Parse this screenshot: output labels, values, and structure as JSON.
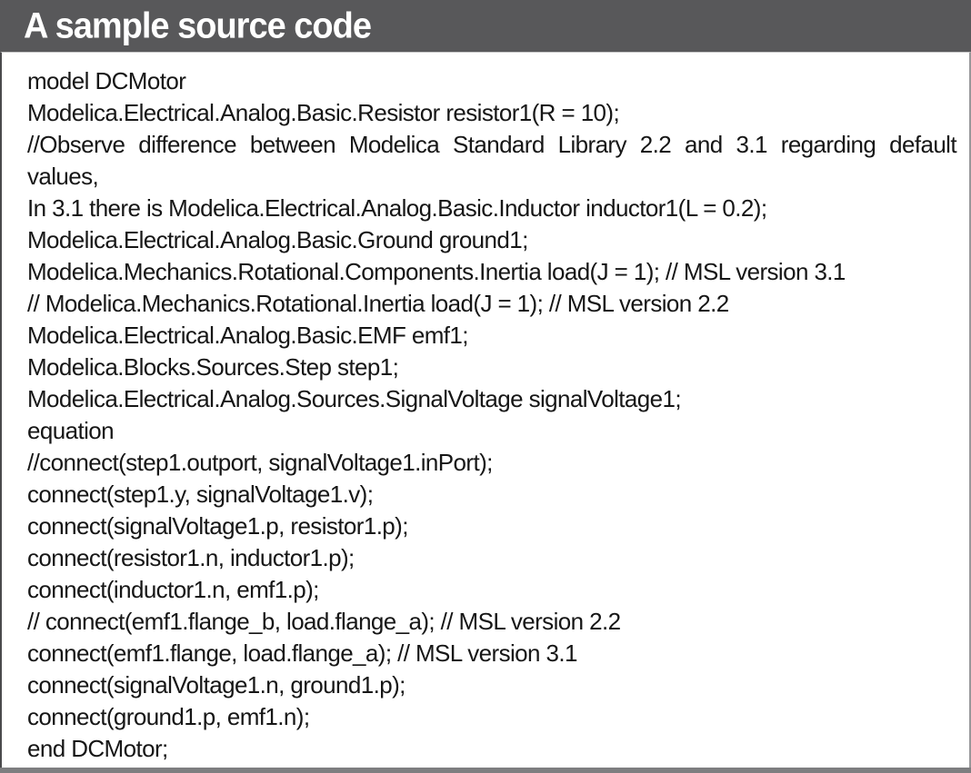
{
  "header": {
    "title": "A sample source code"
  },
  "code": {
    "language": "Modelica",
    "justified_line_index": 2,
    "lines": [
      "model DCMotor",
      "Modelica.Electrical.Analog.Basic.Resistor resistor1(R = 10);",
      "//Observe difference between Modelica Standard Library 2.2 and 3.1 regarding default",
      "values,",
      "In 3.1 there is Modelica.Electrical.Analog.Basic.Inductor inductor1(L = 0.2);",
      "Modelica.Electrical.Analog.Basic.Ground ground1;",
      "Modelica.Mechanics.Rotational.Components.Inertia load(J = 1); // MSL version 3.1",
      "// Modelica.Mechanics.Rotational.Inertia load(J = 1); // MSL version 2.2",
      "Modelica.Electrical.Analog.Basic.EMF emf1;",
      "Modelica.Blocks.Sources.Step step1;",
      "Modelica.Electrical.Analog.Sources.SignalVoltage signalVoltage1;",
      "equation",
      "//connect(step1.outport, signalVoltage1.inPort);",
      "connect(step1.y, signalVoltage1.v);",
      "connect(signalVoltage1.p, resistor1.p);",
      "connect(resistor1.n, inductor1.p);",
      "connect(inductor1.n, emf1.p);",
      "// connect(emf1.flange_b, load.flange_a); // MSL version 2.2",
      "connect(emf1.flange, load.flange_a); // MSL version 3.1",
      "connect(signalVoltage1.n, ground1.p);",
      "connect(ground1.p, emf1.n);",
      "end DCMotor;"
    ]
  },
  "colors": {
    "header_bg": "#58585a",
    "header_text": "#ffffff",
    "code_text": "#161616",
    "border_left": "#4a4a4c",
    "border_right": "#98989a",
    "bottom_bar": "#7e7e80"
  }
}
